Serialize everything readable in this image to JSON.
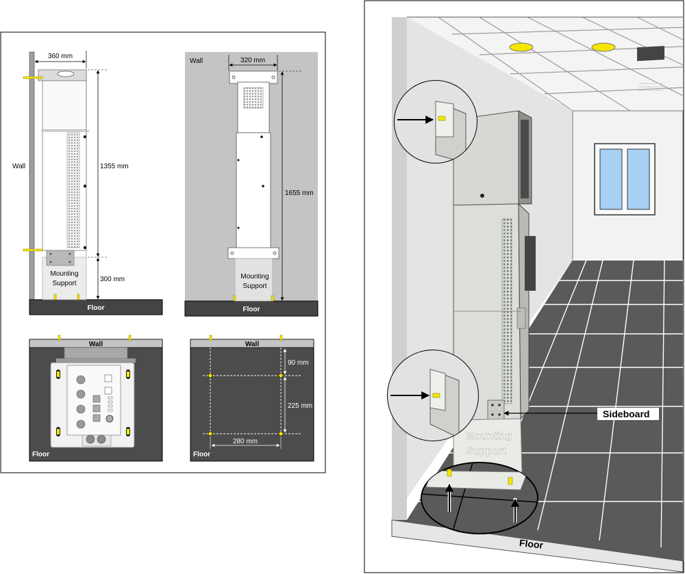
{
  "panels": {
    "side_view": {
      "wall_label": "Wall",
      "floor_label": "Floor",
      "width_dim": "360 mm",
      "height_dim": "1355 mm",
      "support_dim": "300 mm",
      "support_label_1": "Mounting",
      "support_label_2": "Support"
    },
    "front_view": {
      "wall_label": "Wall",
      "floor_label": "Floor",
      "width_dim": "320 mm",
      "height_dim": "1655 mm",
      "support_label_1": "Mounting",
      "support_label_2": "Support"
    },
    "top_view": {
      "wall_label": "Wall",
      "floor_label": "Floor"
    },
    "hole_layout": {
      "wall_label": "Wall",
      "floor_label": "Floor",
      "top_offset_dim": "90 mm",
      "depth_dim": "225 mm",
      "width_dim": "280 mm"
    },
    "illustration": {
      "sideboard_label": "Sideboard",
      "support_label_1": "Mounting",
      "support_label_2": "Support",
      "floor_label": "Floor"
    }
  },
  "colors": {
    "bolt": "#f5e600",
    "wall": "#c0c0c0",
    "floor_dark": "#4a4a4a",
    "panel_dark": "#555555",
    "unit": "#dfe2dc"
  }
}
